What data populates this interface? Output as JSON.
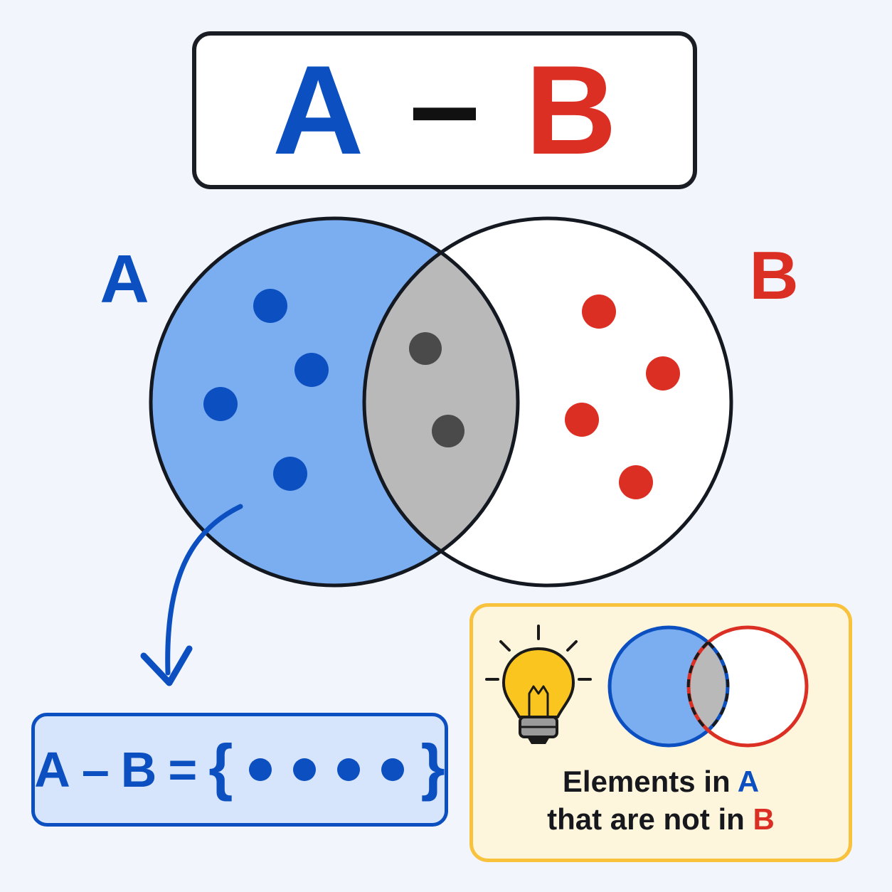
{
  "title": {
    "left": "A",
    "operator": "–",
    "right": "B"
  },
  "venn": {
    "label_a": "A",
    "label_b": "B",
    "colors": {
      "a_fill": "#7aaef0",
      "overlap_fill": "#b9b9b9",
      "b_fill": "#ffffff",
      "outline": "#141820",
      "a_dot": "#0b4fc0",
      "overlap_dot": "#4a4a4a",
      "b_dot": "#dc2f24",
      "label_a": "#0b4fc0",
      "label_b": "#dc2f24"
    },
    "elements": {
      "only_a": 4,
      "both": 2,
      "only_b": 4
    }
  },
  "formula": {
    "lhs_a": "A",
    "minus": "–",
    "lhs_b": "B",
    "equals": "=",
    "open_brace": "{",
    "close_brace": "}",
    "element_count": 4
  },
  "note": {
    "line1_prefix": "Elements in ",
    "line1_highlight": "A",
    "line2_prefix": "that are not in ",
    "line2_highlight": "B",
    "icon": "lightbulb-icon",
    "border_color": "#f8c23c",
    "background": "#fdf6dc"
  }
}
